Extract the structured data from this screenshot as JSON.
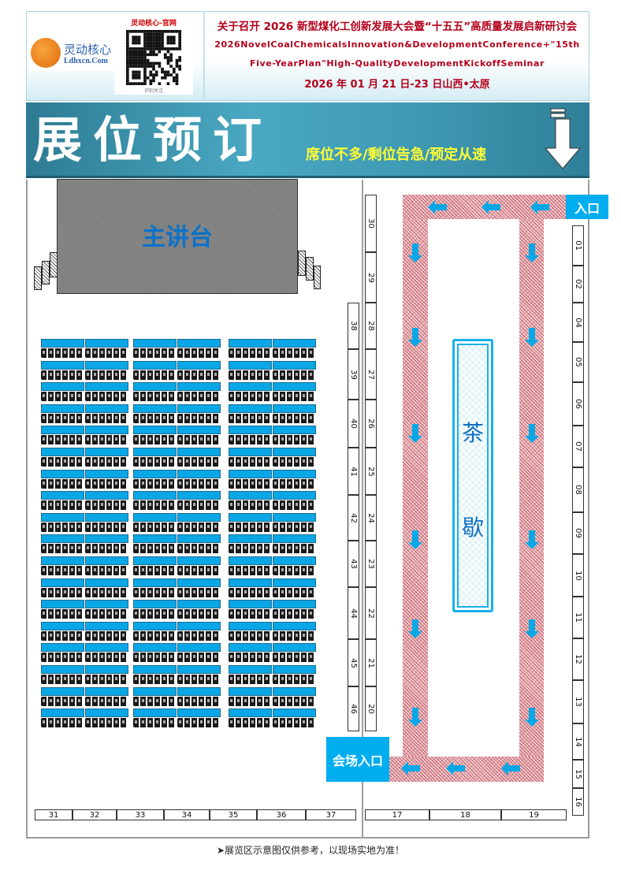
{
  "header": {
    "logo_cn": "灵动核心",
    "logo_en": "Ldhxcn.Com",
    "qr_title": "灵动核心-官网",
    "qr_caption": "识别关注",
    "title_cn": "关于召开 2026 新型煤化工创新发展大会暨“十五五”高质量发展启新研讨会",
    "title_en_line1": "2026NovelCoalChemicalsInnovation&DevelopmentConference+\"15th",
    "title_en_line2": "Five-YearPlan\"High-QualityDevelopmentKickoffSeminar",
    "date": "2026 年 01 月 21 日-23 日山西•太原"
  },
  "banner": {
    "title": "展位预订",
    "slogan": "席位不多/剩位告急/预定从速",
    "icon": "down-arrow-icon"
  },
  "floorplan": {
    "stage_label": "主讲台",
    "tea_label_1": "茶",
    "tea_label_2": "歇",
    "entrance_label": "入口",
    "venue_entrance_label": "会场入口",
    "seating_rows": 18,
    "seating_blocks": 3,
    "booths_inner_column": [
      "30",
      "29",
      "28",
      "27",
      "26",
      "25",
      "24",
      "23",
      "22",
      "21",
      "20"
    ],
    "booths_aisle_column": [
      "38",
      "39",
      "40",
      "41",
      "42",
      "43",
      "44",
      "45",
      "46"
    ],
    "booths_right_column": [
      "01",
      "02",
      "04",
      "05",
      "06",
      "07",
      "08",
      "09",
      "10",
      "11",
      "12",
      "13",
      "14",
      "15",
      "16"
    ],
    "booths_bottom_left": [
      "31",
      "32",
      "33",
      "34",
      "35",
      "36",
      "37"
    ],
    "booths_bottom_right": [
      "17",
      "18",
      "19"
    ],
    "colors": {
      "accent": "#00adef",
      "walkway": "#c0505a",
      "banner": "#3f99b3",
      "title_red": "#b3001b"
    }
  },
  "footer": {
    "note": "➤展览区示意图仅供参考，以现场实地为准！"
  }
}
